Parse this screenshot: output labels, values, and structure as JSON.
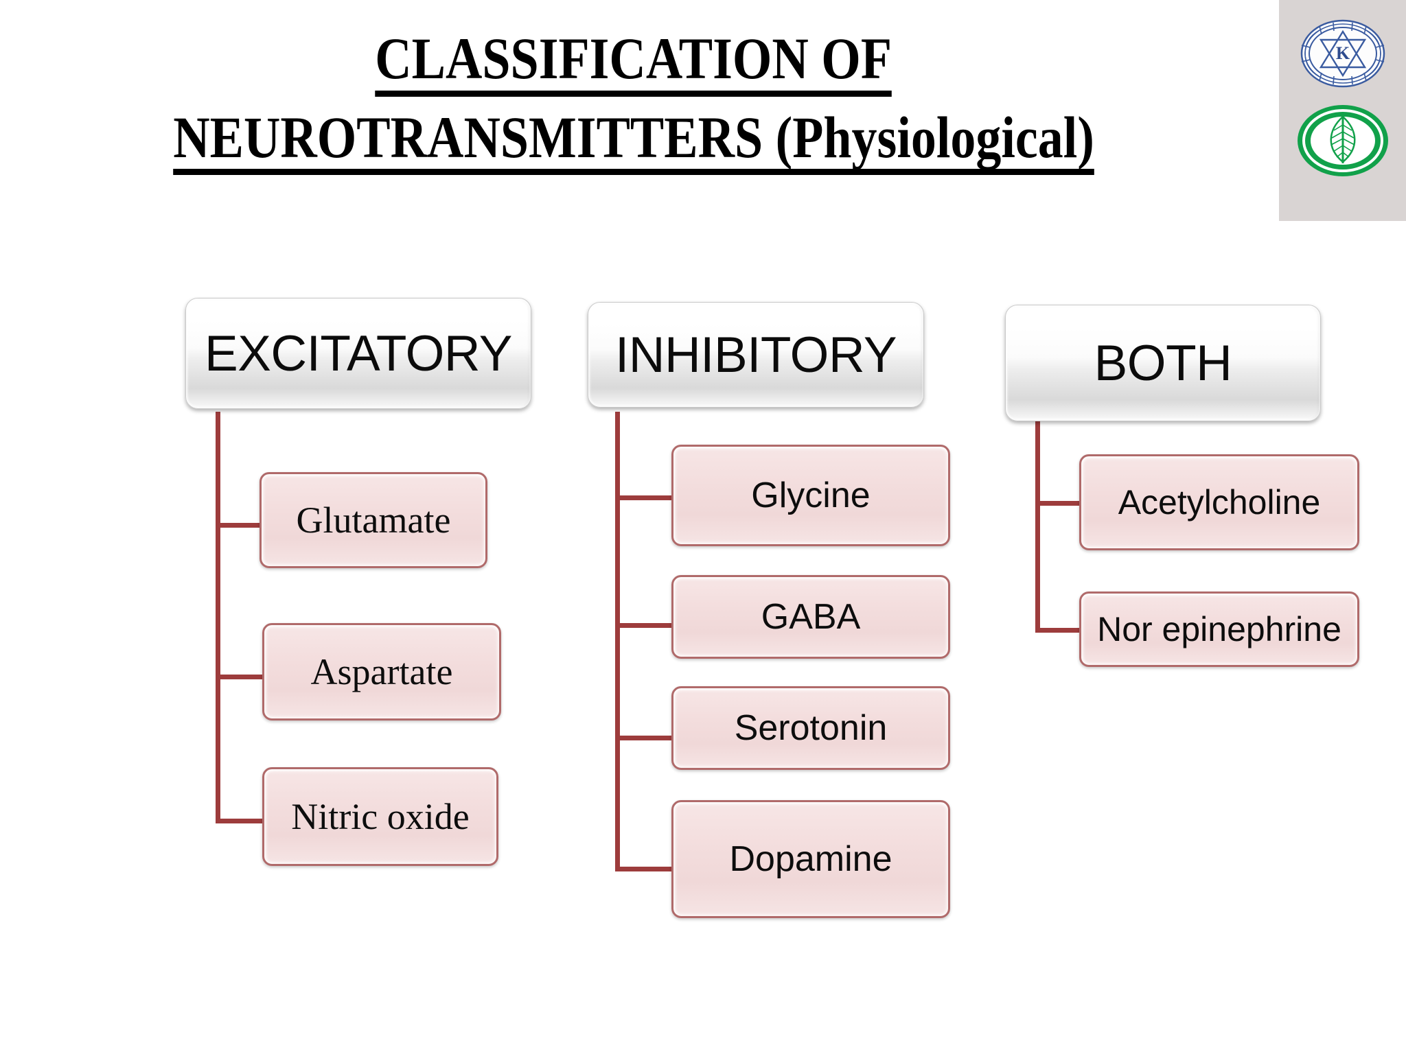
{
  "slide": {
    "title_line_1": "CLASSIFICATION OF",
    "title_line_2": "NEUROTRANSMITTERS (Physiological)",
    "background_color": "#ffffff"
  },
  "logo_panel": {
    "background_color": "#d9d4d3",
    "logos": [
      {
        "name": "academic-seal-logo",
        "description": "blue circular institutional seal with letter K inside a triangle",
        "color": "#2d4b8e"
      },
      {
        "name": "green-leaf-logo",
        "description": "green oval with white leaf",
        "color": "#11a14a"
      }
    ]
  },
  "colors": {
    "connector": "#9d3c3c",
    "leaf_fill": "#f2dcdc",
    "leaf_border": "#b06a6a",
    "header_fill": "#ededed"
  },
  "diagram": {
    "type": "tree",
    "branches": [
      {
        "id": "excitatory",
        "header": "EXCITATORY",
        "font": "serif",
        "children": [
          {
            "label": "Glutamate"
          },
          {
            "label": "Aspartate"
          },
          {
            "label": "Nitric oxide"
          }
        ]
      },
      {
        "id": "inhibitory",
        "header": "INHIBITORY",
        "font": "sans",
        "children": [
          {
            "label": "Glycine"
          },
          {
            "label": "GABA"
          },
          {
            "label": "Serotonin"
          },
          {
            "label": "Dopamine"
          }
        ]
      },
      {
        "id": "both",
        "header": "BOTH",
        "font": "sans",
        "children": [
          {
            "label": "Acetylcholine"
          },
          {
            "label": "Nor epinephrine"
          }
        ]
      }
    ]
  }
}
